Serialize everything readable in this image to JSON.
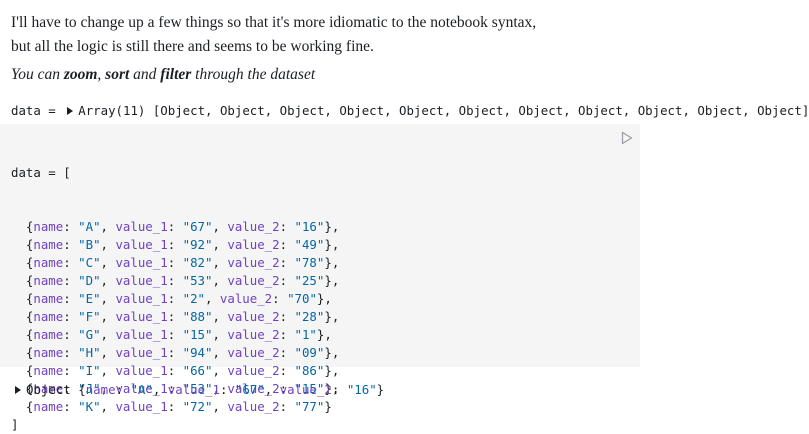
{
  "prose": {
    "line1": "I'll have to change up a few things so that it's more idiomatic to the notebook syntax,",
    "line2": "but all the logic is still there and seems to be working fine."
  },
  "note": {
    "pre": "You can ",
    "zoom": "zoom",
    "comma": ", ",
    "sort": "sort",
    "and": " and ",
    "filter": "filter",
    "post": " through the dataset"
  },
  "output": {
    "var": "data",
    "eq": " = ",
    "summary": "Array(11) [Object, Object, Object, Object, Object, Object, Object, Object, Object, Object, Object]"
  },
  "code": {
    "open": "data = [",
    "close": "]",
    "keys": [
      "name",
      "value_1",
      "value_2"
    ],
    "rows": [
      {
        "name": "\"A\"",
        "v1": "\"67\"",
        "v2": "\"16\""
      },
      {
        "name": "\"B\"",
        "v1": "\"92\"",
        "v2": "\"49\""
      },
      {
        "name": "\"C\"",
        "v1": "\"82\"",
        "v2": "\"78\""
      },
      {
        "name": "\"D\"",
        "v1": "\"53\"",
        "v2": "\"25\""
      },
      {
        "name": "\"E\"",
        "v1": "\"2\"",
        "v2": "\"70\""
      },
      {
        "name": "\"F\"",
        "v1": "\"88\"",
        "v2": "\"28\""
      },
      {
        "name": "\"G\"",
        "v1": "\"15\"",
        "v2": "\"1\""
      },
      {
        "name": "\"H\"",
        "v1": "\"94\"",
        "v2": "\"09\""
      },
      {
        "name": "\"I\"",
        "v1": "\"66\"",
        "v2": "\"86\""
      },
      {
        "name": "\"J\"",
        "v1": "\"53\"",
        "v2": "\"15\""
      },
      {
        "name": "\"K\"",
        "v1": "\"72\"",
        "v2": "\"77\""
      }
    ]
  },
  "inspector": {
    "label": "Object",
    "name_val": "\"A\"",
    "v1_val": "\"67\"",
    "v2_val": "\"16\""
  },
  "icons": {
    "run": "play-icon",
    "expand": "caret-right-icon"
  }
}
